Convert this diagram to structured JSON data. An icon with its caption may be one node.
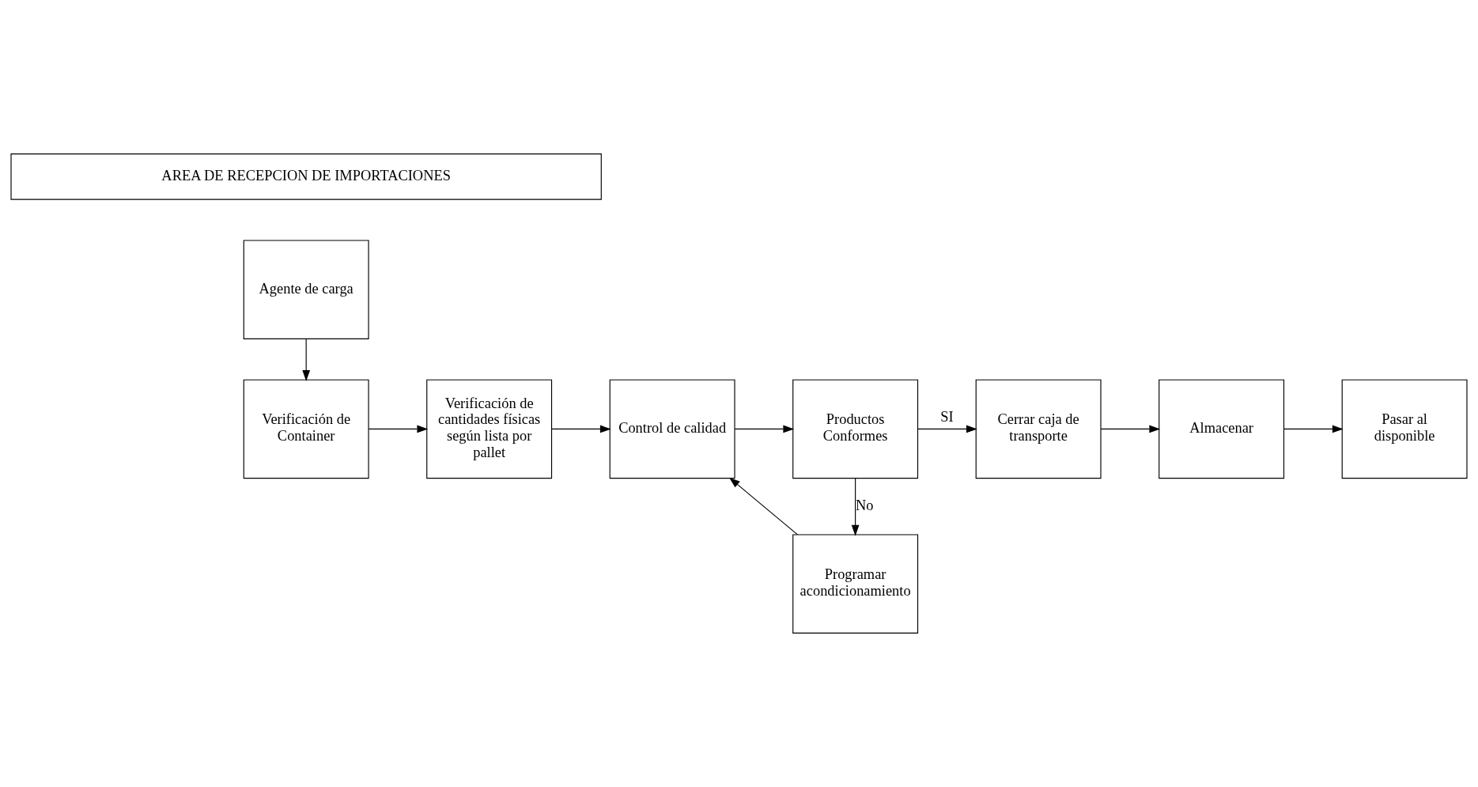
{
  "diagram": {
    "nodes": [
      {
        "text": [
          "AREA DE RECEPCION DE IMPORTACIONES"
        ]
      },
      {
        "text": [
          "Agente de carga"
        ]
      },
      {
        "text": [
          "Verificación de Container"
        ]
      },
      {
        "text": [
          "Verificación de cantidades físicas según lista por pallet"
        ]
      },
      {
        "text": [
          "Control de calidad"
        ]
      },
      {
        "text": [
          "Productos Conformes"
        ]
      },
      {
        "text": [
          "Cerrar caja de transporte"
        ]
      },
      {
        "text": [
          "Almacenar"
        ]
      },
      {
        "text": [
          "Pasar al disponible"
        ]
      },
      {
        "text": [
          "Programar acondicionamiento"
        ]
      }
    ],
    "edges": [
      {
        "from": 1,
        "to": 2,
        "arrow": "to"
      },
      {
        "from": 2,
        "to": 3,
        "arrow": "to"
      },
      {
        "from": 3,
        "to": 4,
        "arrow": "to"
      },
      {
        "from": 4,
        "to": 5,
        "arrow": "to"
      },
      {
        "from": 5,
        "to": 6,
        "arrow": "to",
        "label": "SI"
      },
      {
        "from": 6,
        "to": 7,
        "arrow": "to"
      },
      {
        "from": 7,
        "to": 8,
        "arrow": "to"
      },
      {
        "from": 5,
        "to": 9,
        "arrow": "to",
        "label": "No"
      },
      {
        "from": 9,
        "to": 4,
        "arrow": "to"
      }
    ]
  }
}
